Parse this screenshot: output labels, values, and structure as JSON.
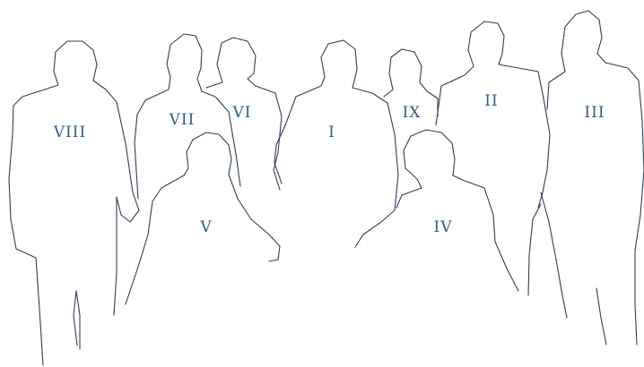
{
  "colors": {
    "outline": "#2f3e56",
    "label": "#2a5d93",
    "background": "#ffffff"
  },
  "labels": {
    "i": "I",
    "ii": "II",
    "iii": "III",
    "iv": "IV",
    "v": "V",
    "vi": "VI",
    "vii": "VII",
    "viii": "VIII",
    "ix": "IX"
  }
}
